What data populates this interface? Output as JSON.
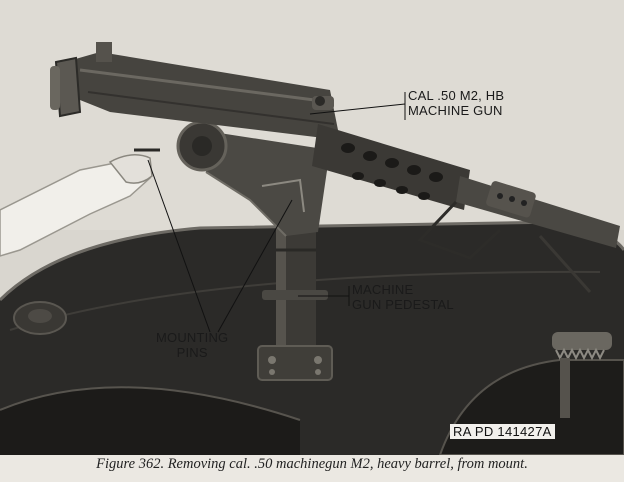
{
  "callouts": {
    "gun": {
      "line1": "CAL .50 M2, HB",
      "line2": "MACHINE GUN"
    },
    "pedestal": {
      "line1": "MACHINE",
      "line2": "GUN PEDESTAL"
    },
    "pins": {
      "line1": "MOUNTING",
      "line2": "PINS"
    }
  },
  "ident_stamp": "RA PD 141427A",
  "caption": "Figure 362.  Removing cal. .50 machinegun M2, heavy barrel, from mount."
}
